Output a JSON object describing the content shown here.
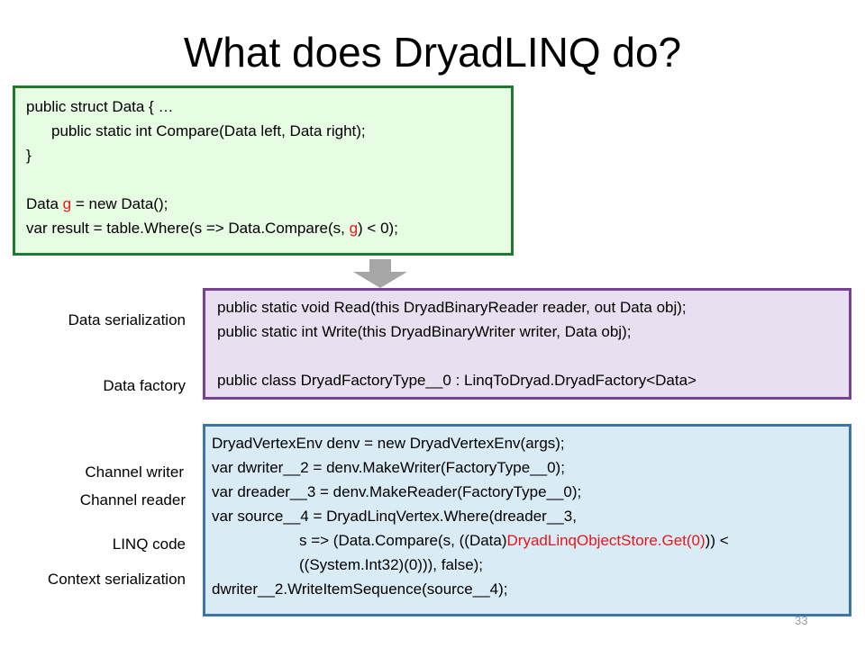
{
  "title": "What does DryadLINQ do?",
  "source_code": {
    "l1": "public struct Data { …",
    "l2": "public static int Compare(Data left, Data right);",
    "l3": "}",
    "l4_a": "Data ",
    "l4_b": "g",
    "l4_c": " = new Data();",
    "l5_a": "var result = table.Where(s => Data.Compare(s, ",
    "l5_b": "g",
    "l5_c": ") < 0);"
  },
  "serialization_code": {
    "l1": "public static void Read(this DryadBinaryReader reader, out Data obj);",
    "l2": "public static int Write(this DryadBinaryWriter writer, Data obj);",
    "l3": "public class DryadFactoryType__0 : LinqToDryad.DryadFactory<Data>"
  },
  "vertex_code": {
    "l1": "DryadVertexEnv denv = new DryadVertexEnv(args);",
    "l2": "var dwriter__2 = denv.MakeWriter(FactoryType__0);",
    "l3": "var dreader__3 = denv.MakeReader(FactoryType__0);",
    "l4": "var source__4 = DryadLinqVertex.Where(dreader__3,",
    "l5_a": "s => (Data.Compare(s, ((Data)",
    "l5_b": "DryadLinqObjectStore.Get(0)",
    "l5_c": ")) <",
    "l6": "((System.Int32)(0))), false);",
    "l7": "dwriter__2.WriteItemSequence(source__4);"
  },
  "labels": {
    "data_serialization": "Data serialization",
    "data_factory": "Data factory",
    "channel_writer": "Channel writer",
    "channel_reader": "Channel reader",
    "linq_code": "LINQ code",
    "context_serialization": "Context serialization"
  },
  "page_number": "33",
  "colors": {
    "highlight": "#e8161b",
    "box1_fill": "#e6fce3",
    "box1_border": "#1e7a2c",
    "box2_fill": "#e8dff0",
    "box2_border": "#7a3f9b",
    "box3_fill": "#d9ebf5",
    "box3_border": "#3c74ab",
    "arrow": "#a6a6a6"
  },
  "icons": {
    "transform_arrow": "down-arrow-icon"
  }
}
